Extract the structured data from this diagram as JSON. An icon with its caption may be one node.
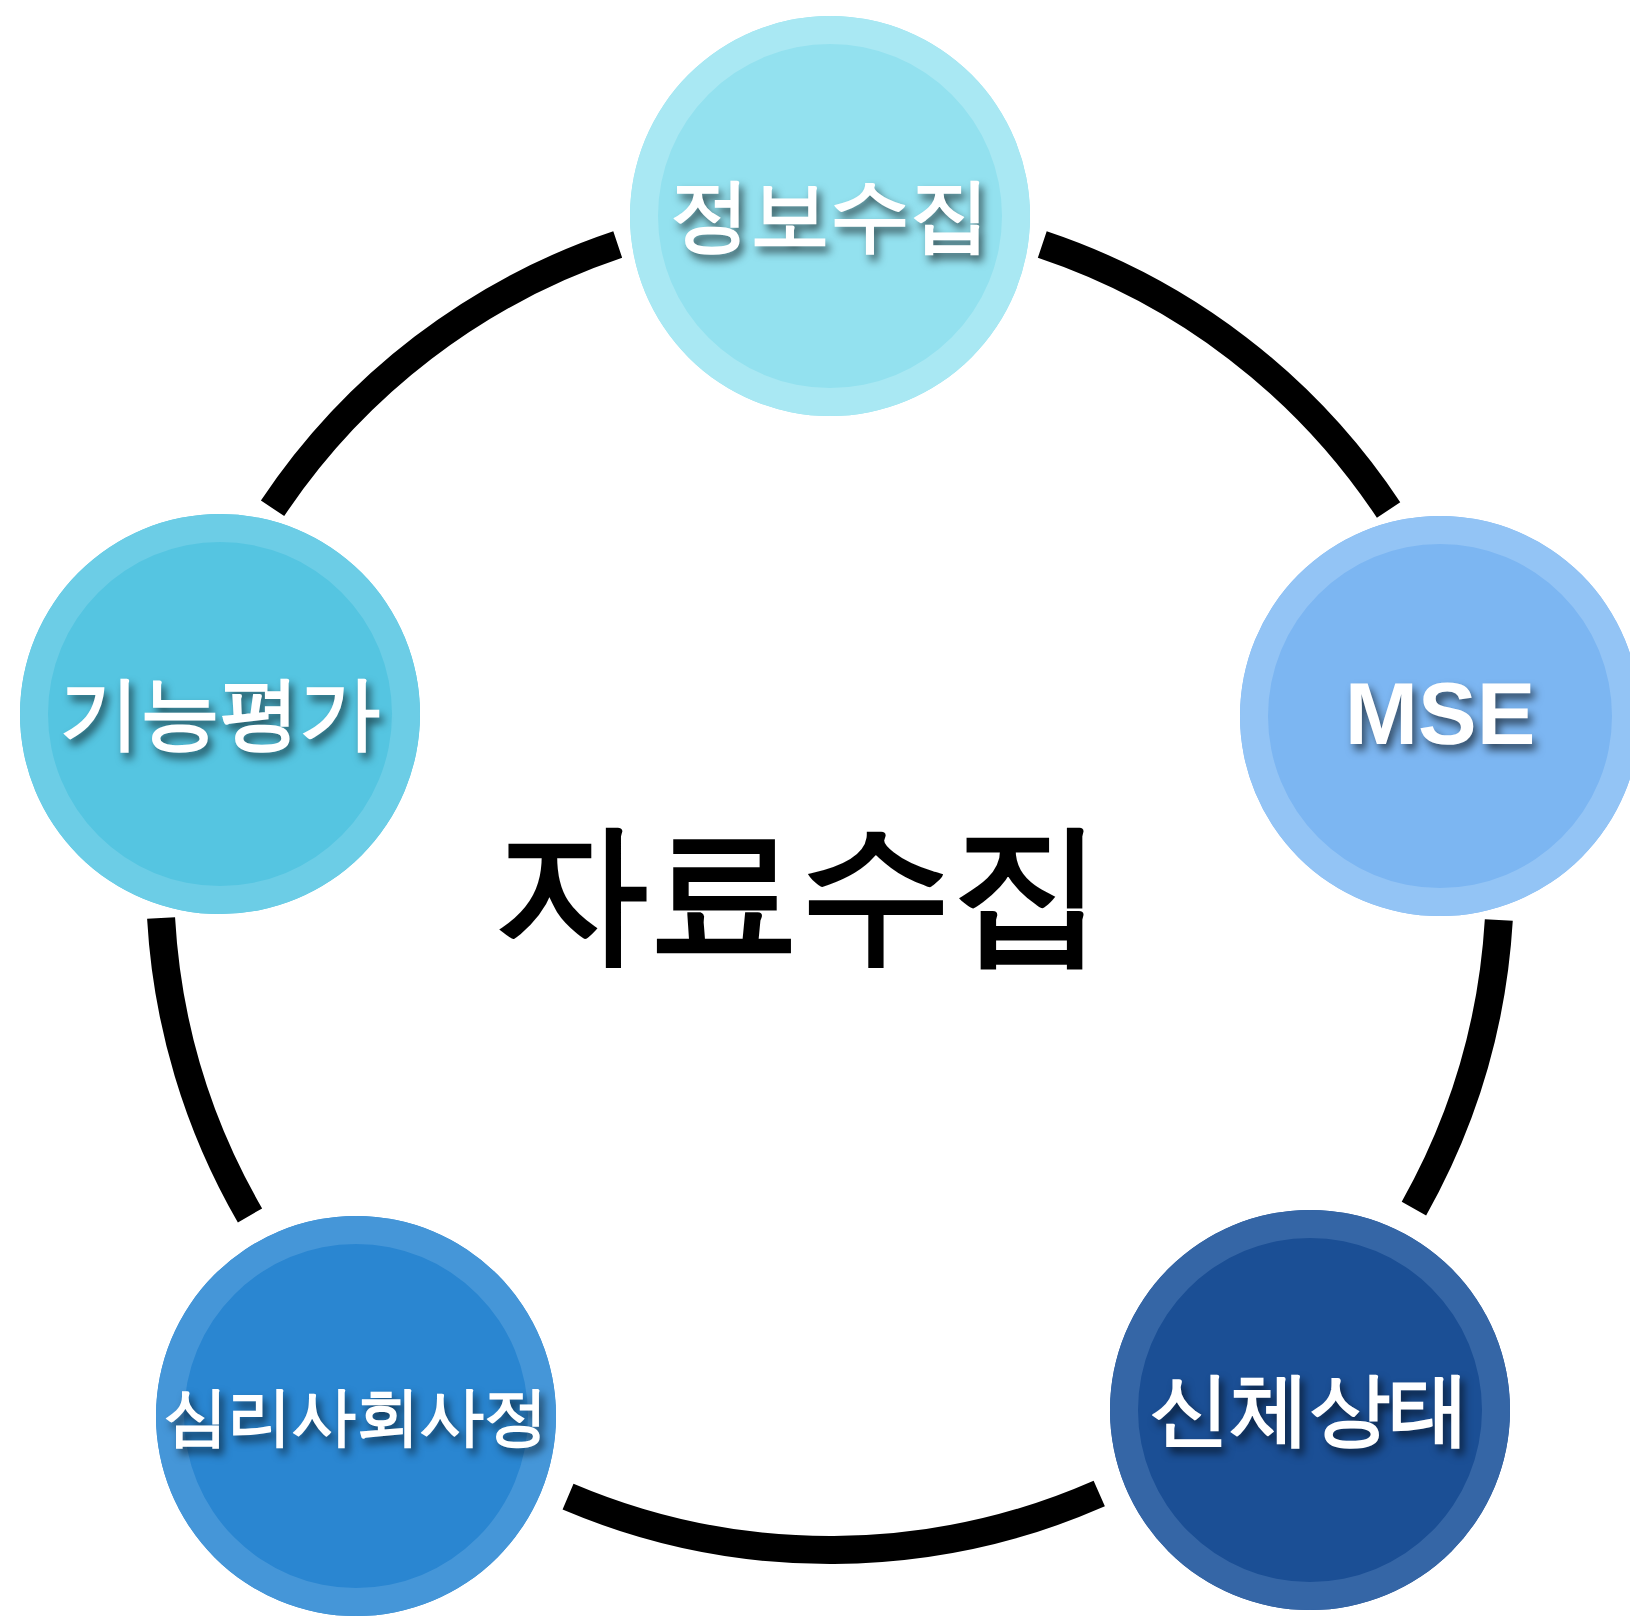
{
  "diagram": {
    "nodes": [
      {
        "text": [
          "정보수집"
        ]
      },
      {
        "text": [
          "MSE"
        ]
      },
      {
        "text": [
          "신체상태"
        ]
      },
      {
        "text": [
          "심리사회사정"
        ]
      },
      {
        "text": [
          "기능평가"
        ]
      }
    ],
    "edges": [
      {
        "from": 0,
        "to": 1,
        "arrow": "none"
      },
      {
        "from": 1,
        "to": 2,
        "arrow": "none"
      },
      {
        "from": 2,
        "to": 3,
        "arrow": "none"
      },
      {
        "from": 3,
        "to": 4,
        "arrow": "none"
      },
      {
        "from": 4,
        "to": 0,
        "arrow": "none"
      }
    ],
    "labels": [
      "자료수집"
    ]
  }
}
